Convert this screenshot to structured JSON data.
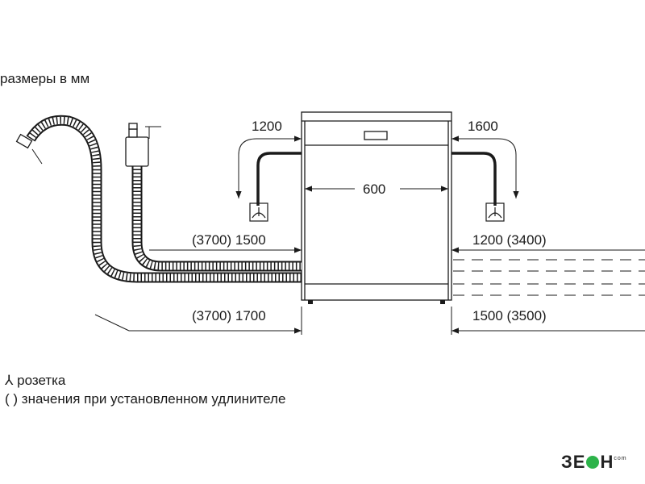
{
  "units_note": "размеры в мм",
  "dimensions": {
    "top_left": "1200",
    "top_right": "1600",
    "width": "600",
    "left_inlet": "(3700) 1500",
    "left_drain": "(3700) 1700",
    "right_inlet": "1200 (3400)",
    "right_drain": "1500 (3500)"
  },
  "legend": {
    "socket_symbol": "⅄",
    "socket_label": "розетка",
    "paren_symbol": "( )",
    "paren_label": "значения при установленном удлинителе"
  },
  "logo": {
    "text_left": "ЗЕ",
    "text_right": "Н",
    "small": "com"
  }
}
